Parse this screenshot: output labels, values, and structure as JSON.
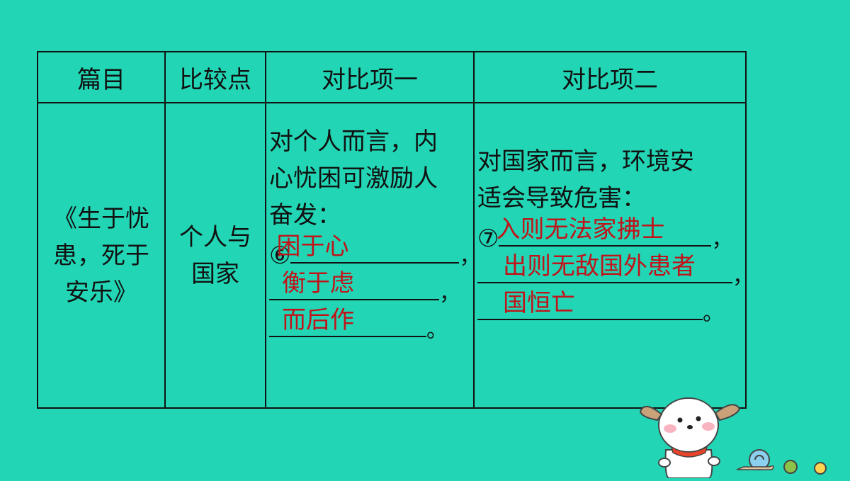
{
  "table": {
    "headers": [
      "篇目",
      "比较点",
      "对比项一",
      "对比项二"
    ],
    "article": [
      "《生于忧",
      "患，死于",
      "安乐》"
    ],
    "point": [
      "个人与",
      "国家"
    ],
    "col3": {
      "lines": [
        "对个人而言，内",
        "心忧困可激励人",
        "奋发："
      ],
      "marker": "⑥",
      "answers": [
        "困于心",
        "衡于虑",
        "而后作"
      ],
      "punct": [
        "，",
        "，",
        "。"
      ]
    },
    "col4": {
      "lines": [
        "对国家而言，环境安",
        "适会导致危害："
      ],
      "marker": "⑦",
      "answers": [
        "入则无法家拂士",
        "出则无敌国外患者",
        "国恒亡"
      ],
      "punct": [
        "，",
        "，",
        "。"
      ]
    }
  },
  "colors": {
    "background": "#22d6b5",
    "answer": "#c0141a",
    "text": "#111111"
  },
  "decoration": {
    "icon": "puppy-mascot"
  }
}
